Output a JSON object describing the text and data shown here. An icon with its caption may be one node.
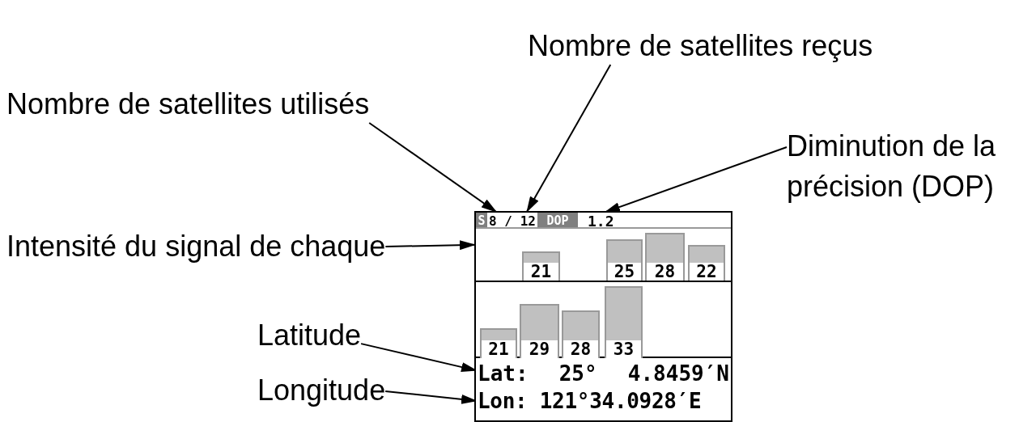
{
  "diagram": {
    "nodes": [
      {
        "text": [
          "Nombre de satellites reçus"
        ]
      },
      {
        "text": [
          "Nombre de satellites utilisés"
        ]
      },
      {
        "text": [
          "Diminution de la précision (DOP)"
        ]
      },
      {
        "text": [
          "Intensité du signal de chaque"
        ]
      },
      {
        "text": [
          "Latitude"
        ]
      },
      {
        "text": [
          "Longitude"
        ]
      },
      {
        "text": [],
        "shape": "box"
      },
      {
        "text": [
          "S"
        ],
        "in": 6
      },
      {
        "text": [
          "8 / 12"
        ],
        "in": 6
      },
      {
        "text": [
          "DOP"
        ],
        "in": 6
      },
      {
        "text": [
          "1.2"
        ],
        "in": 6
      },
      {
        "text": [],
        "shape": "box",
        "in": 6
      },
      {
        "text": [
          "21"
        ],
        "in": 11
      },
      {
        "text": [
          "25"
        ],
        "in": 11
      },
      {
        "text": [
          "28"
        ],
        "in": 11
      },
      {
        "text": [
          "22"
        ],
        "in": 11
      },
      {
        "text": [],
        "shape": "box",
        "in": 6
      },
      {
        "text": [
          "21"
        ],
        "in": 16
      },
      {
        "text": [
          "29"
        ],
        "in": 16
      },
      {
        "text": [
          "28"
        ],
        "in": 16
      },
      {
        "text": [
          "33"
        ],
        "in": 16
      },
      {
        "text": [
          "Lat: 25° 4.8459′N"
        ],
        "in": 6
      },
      {
        "text": [
          "Lon: 121°34.0928′E"
        ],
        "in": 6
      }
    ],
    "edges": [
      {
        "from": 1,
        "to": 8,
        "arrow": "to"
      },
      {
        "from": 0,
        "to": 8,
        "arrow": "to"
      },
      {
        "from": 2,
        "to": 10,
        "arrow": "to"
      },
      {
        "from": 3,
        "to": 11,
        "arrow": "to"
      },
      {
        "from": 4,
        "to": 21,
        "arrow": "to"
      },
      {
        "from": 5,
        "to": 22,
        "arrow": "to"
      }
    ]
  }
}
